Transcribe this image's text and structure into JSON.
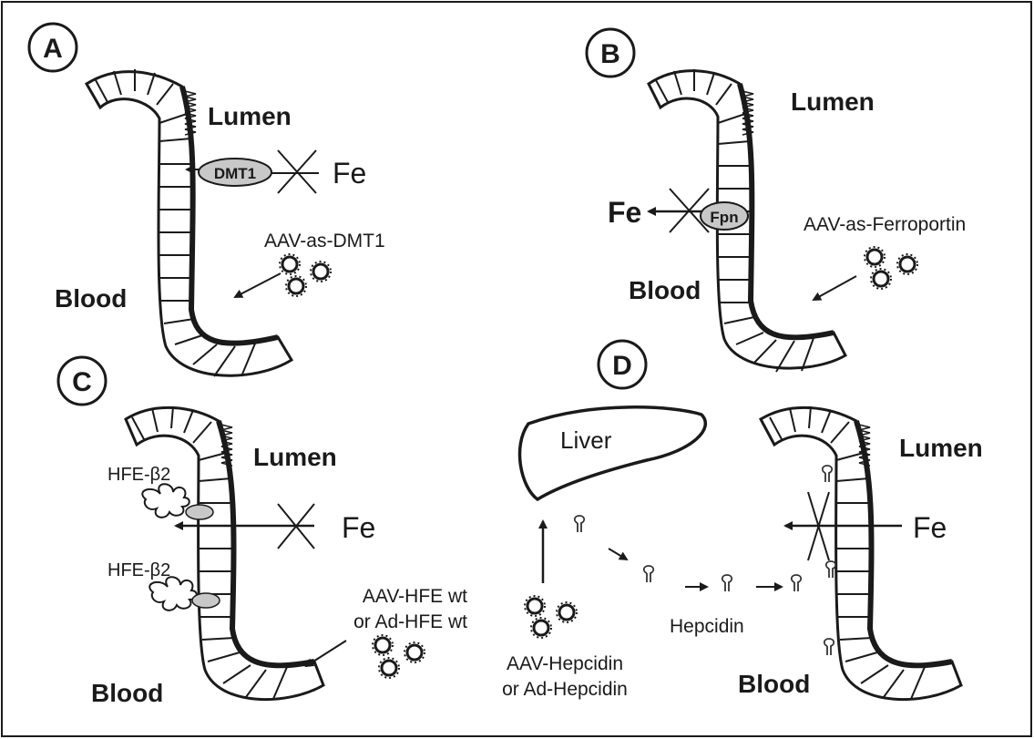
{
  "panels": {
    "a": {
      "label": "A",
      "lumen": "Lumen",
      "blood": "Blood",
      "transporter": "DMT1",
      "iron": "Fe",
      "vector": "AAV-as-DMT1"
    },
    "b": {
      "label": "B",
      "lumen": "Lumen",
      "blood": "Blood",
      "transporter": "Fpn",
      "iron": "Fe",
      "vector": "AAV-as-Ferroportin"
    },
    "c": {
      "label": "C",
      "lumen": "Lumen",
      "blood": "Blood",
      "hfe_top": "HFE-β2",
      "hfe_bottom": "HFE-β2",
      "iron": "Fe",
      "vector_line1": "AAV-HFE wt",
      "vector_line2": "or Ad-HFE wt"
    },
    "d": {
      "label": "D",
      "liver": "Liver",
      "lumen": "Lumen",
      "blood": "Blood",
      "iron": "Fe",
      "hormone": "Hepcidin",
      "vector_line1": "AAV-Hepcidin",
      "vector_line2": "or Ad-Hepcidin"
    }
  },
  "colors": {
    "line": "#1a1a1a",
    "transporter_fill": "#c8c8c8",
    "background": "#ffffff"
  }
}
